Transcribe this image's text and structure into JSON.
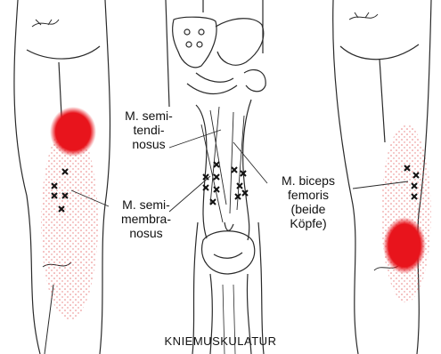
{
  "labels": {
    "semitendinosus": [
      "M. semi-",
      "tendi-",
      "nosus"
    ],
    "semimembranosus": [
      "M. semi-",
      "membra-",
      "nosus"
    ],
    "biceps_femoris": [
      "M. biceps",
      "femoris",
      "(beide",
      "Köpfe)"
    ]
  },
  "caption": "KNIEMUSKULATUR",
  "colors": {
    "outline": "#2a2a2a",
    "pain_core": "#e8141c",
    "pain_spill": "#e05050",
    "trigger_point": "#111111",
    "background": "#ffffff"
  }
}
